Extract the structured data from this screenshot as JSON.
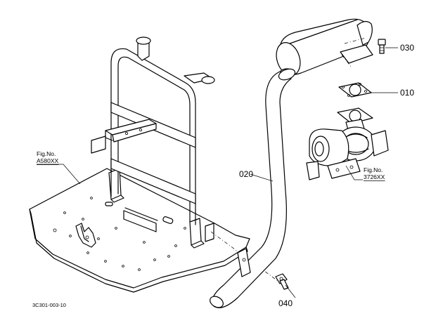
{
  "parts": {
    "p010": "010",
    "p020": "020",
    "p030": "030",
    "p040": "040"
  },
  "refs": {
    "left": {
      "line1": "Fig.No.",
      "line2": "A580XX"
    },
    "right": {
      "line1": "Fig.No.",
      "line2": "3726XX"
    }
  },
  "drawing_code": "3C301-003-10"
}
